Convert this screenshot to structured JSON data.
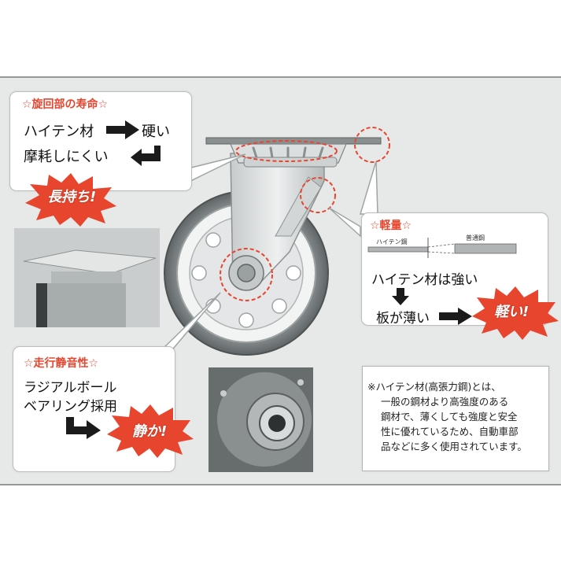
{
  "swivel_life": {
    "title": "☆旋回部の寿命☆",
    "line1_a": "ハイテン材",
    "line1_b": "硬い",
    "line2": "摩耗しにくい",
    "badge": "長持ち!"
  },
  "light_weight": {
    "title": "☆軽量☆",
    "diagram_label_left": "ハイテン鋼",
    "diagram_label_right": "普通鋼",
    "line1": "ハイテン材は強い",
    "line2": "板が薄い",
    "badge": "軽い!"
  },
  "quiet": {
    "title": "☆走行静音性☆",
    "line1": "ラジアルボール",
    "line2": "ベアリング採用",
    "badge": "静か!"
  },
  "note": {
    "lines": [
      "※ハイテン材(高張力鋼)とは、",
      "一般の鋼材より高強度のある",
      "鋼材で、薄くしても強度と安全",
      "性に優れているため、自動車部",
      "品などに多く使用されています。"
    ]
  },
  "colors": {
    "accent_red": "#e8452e",
    "panel_bg": "#e6e9e8",
    "wheel_gray": "#7c8283"
  }
}
